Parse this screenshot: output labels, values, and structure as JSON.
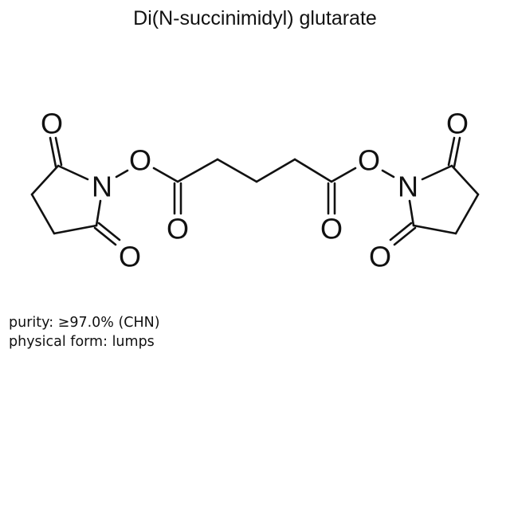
{
  "title": "Di(N-succinimidyl) glutarate",
  "structure": {
    "atoms": {
      "o_left_top": "O",
      "n_left": "N",
      "o_left_bottom": "O",
      "o_left_link": "O",
      "o_left_ester": "O",
      "o_right_ester": "O",
      "o_right_link": "O",
      "n_right": "N",
      "o_right_top": "O",
      "o_right_bottom": "O"
    },
    "bond_color": "#111111"
  },
  "properties": {
    "purity": "purity: ≥97.0% (CHN)",
    "physical_form": "physical form: lumps"
  }
}
